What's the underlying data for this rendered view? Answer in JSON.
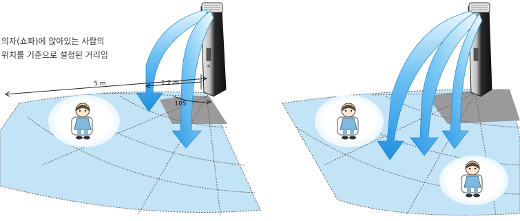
{
  "caption": {
    "line1": "의자(쇼파)에 앉아있는 사람의",
    "line2": "위치를 기준으로 설정된 거리임"
  },
  "dimensions": {
    "far_distance": "5 m",
    "near_distance": "1.2 m",
    "angle": "105"
  },
  "colors": {
    "floor_zone": "#c3e3f7",
    "floor_zone_line": "#6b6b6b",
    "gray_zone": "#9a9a9a",
    "airflow_arrow": "#2f9be6",
    "airflow_arrow_light": "#d9f0ff",
    "tower_body": "#2a2a2a",
    "chair_spot": "#ffffff"
  },
  "icons": {
    "left_panel": [
      "air-conditioner-tower-icon",
      "airflow-arrow-icon",
      "seated-person-icon"
    ],
    "right_panel": [
      "air-conditioner-tower-icon",
      "airflow-arrow-icon",
      "seated-person-icon",
      "seated-person-icon"
    ]
  }
}
